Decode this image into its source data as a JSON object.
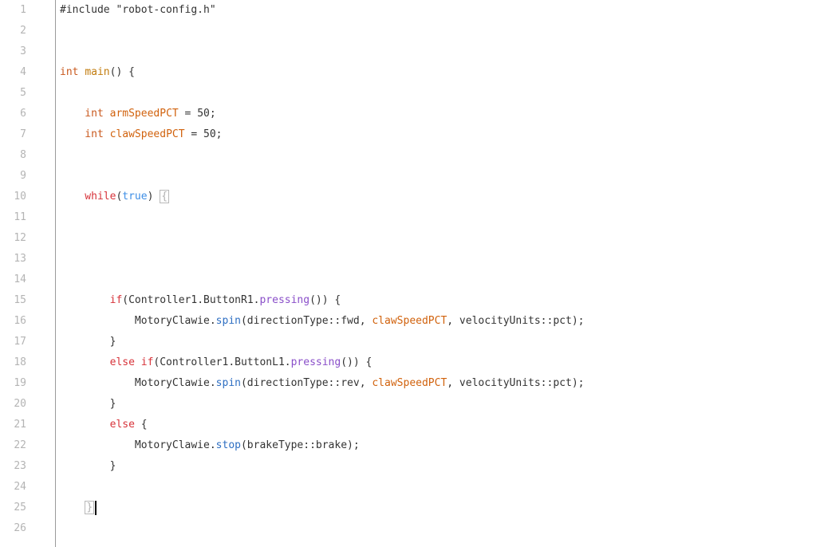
{
  "editor": {
    "line_numbers": [
      "1",
      "2",
      "3",
      "4",
      "5",
      "6",
      "7",
      "8",
      "9",
      "10",
      "11",
      "12",
      "13",
      "14",
      "15",
      "16",
      "17",
      "18",
      "19",
      "20",
      "21",
      "22",
      "23",
      "24",
      "25",
      "26"
    ],
    "lines": [
      [
        {
          "t": "#include \"robot-config.h\"",
          "c": "plain"
        }
      ],
      [],
      [],
      [
        {
          "t": "int ",
          "c": "type"
        },
        {
          "t": "main",
          "c": "fn"
        },
        {
          "t": "() {",
          "c": "plain"
        }
      ],
      [],
      [
        {
          "t": "    int ",
          "c": "type"
        },
        {
          "t": "armSpeedPCT",
          "c": "var"
        },
        {
          "t": " = 50;",
          "c": "plain"
        }
      ],
      [
        {
          "t": "    int ",
          "c": "type"
        },
        {
          "t": "clawSpeedPCT",
          "c": "var"
        },
        {
          "t": " = 50;",
          "c": "plain"
        }
      ],
      [],
      [],
      [
        {
          "t": "    while",
          "c": "kw"
        },
        {
          "t": "(",
          "c": "plain"
        },
        {
          "t": "true",
          "c": "bool"
        },
        {
          "t": ") ",
          "c": "plain"
        },
        {
          "t": "{",
          "c": "brace"
        }
      ],
      [],
      [],
      [],
      [],
      [
        {
          "t": "        if",
          "c": "kw"
        },
        {
          "t": "(Controller1.ButtonR1.",
          "c": "plain"
        },
        {
          "t": "pressing",
          "c": "method"
        },
        {
          "t": "()) {",
          "c": "plain"
        }
      ],
      [
        {
          "t": "            MotoryClawie.",
          "c": "plain"
        },
        {
          "t": "spin",
          "c": "method2"
        },
        {
          "t": "(directionType::fwd, ",
          "c": "plain"
        },
        {
          "t": "clawSpeedPCT",
          "c": "var"
        },
        {
          "t": ", velocityUnits::pct);",
          "c": "plain"
        }
      ],
      [
        {
          "t": "        }",
          "c": "plain"
        }
      ],
      [
        {
          "t": "        else if",
          "c": "kw"
        },
        {
          "t": "(Controller1.ButtonL1.",
          "c": "plain"
        },
        {
          "t": "pressing",
          "c": "method"
        },
        {
          "t": "()) {",
          "c": "plain"
        }
      ],
      [
        {
          "t": "            MotoryClawie.",
          "c": "plain"
        },
        {
          "t": "spin",
          "c": "method2"
        },
        {
          "t": "(directionType::rev, ",
          "c": "plain"
        },
        {
          "t": "clawSpeedPCT",
          "c": "var"
        },
        {
          "t": ", velocityUnits::pct);",
          "c": "plain"
        }
      ],
      [
        {
          "t": "        }",
          "c": "plain"
        }
      ],
      [
        {
          "t": "        else",
          "c": "kw"
        },
        {
          "t": " {",
          "c": "plain"
        }
      ],
      [
        {
          "t": "            MotoryClawie.",
          "c": "plain"
        },
        {
          "t": "stop",
          "c": "method2"
        },
        {
          "t": "(brakeType::brake);",
          "c": "plain"
        }
      ],
      [
        {
          "t": "        }",
          "c": "plain"
        }
      ],
      [],
      [
        {
          "t": "    ",
          "c": "plain"
        },
        {
          "t": "}",
          "c": "brace"
        },
        {
          "t": "",
          "c": "caret"
        }
      ],
      []
    ]
  }
}
